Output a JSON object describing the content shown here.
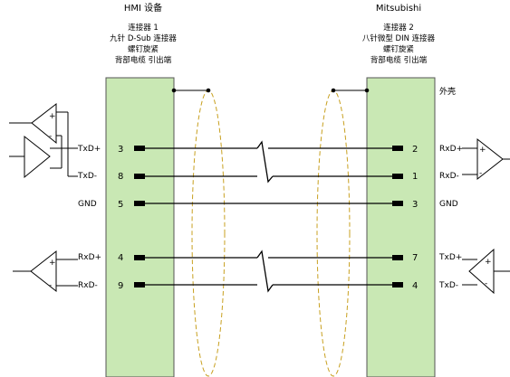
{
  "left_connector": {
    "title": "HMI 设备",
    "lines": [
      "连接器 1",
      "九针 D-Sub 连接器",
      "螺钉旋紧",
      "背部电缆 引出端"
    ]
  },
  "right_connector": {
    "title": "Mitsubishi",
    "lines": [
      "连接器 2",
      "八针微型 DIN 连接器",
      "螺钉旋紧",
      "背部电缆 引出端"
    ]
  },
  "shell_label": "外壳",
  "signals": [
    {
      "left_label": "TxD+",
      "left_pin": "3",
      "right_pin": "2",
      "right_label": "RxD+"
    },
    {
      "left_label": "TxD-",
      "left_pin": "8",
      "right_pin": "1",
      "right_label": "RxD-"
    },
    {
      "left_label": "GND",
      "left_pin": "5",
      "right_pin": "3",
      "right_label": "GND"
    },
    {
      "left_label": "RxD+",
      "left_pin": "4",
      "right_pin": "7",
      "right_label": "TxD+"
    },
    {
      "left_label": "RxD-",
      "left_pin": "9",
      "right_pin": "4",
      "right_label": "TxD-"
    }
  ],
  "amp_polarity": {
    "plus": "+",
    "minus": "-"
  },
  "colors": {
    "connector_fill": "#c9e8b4",
    "connector_stroke": "#555555",
    "wire": "#000000",
    "shield": "#c8a020"
  }
}
